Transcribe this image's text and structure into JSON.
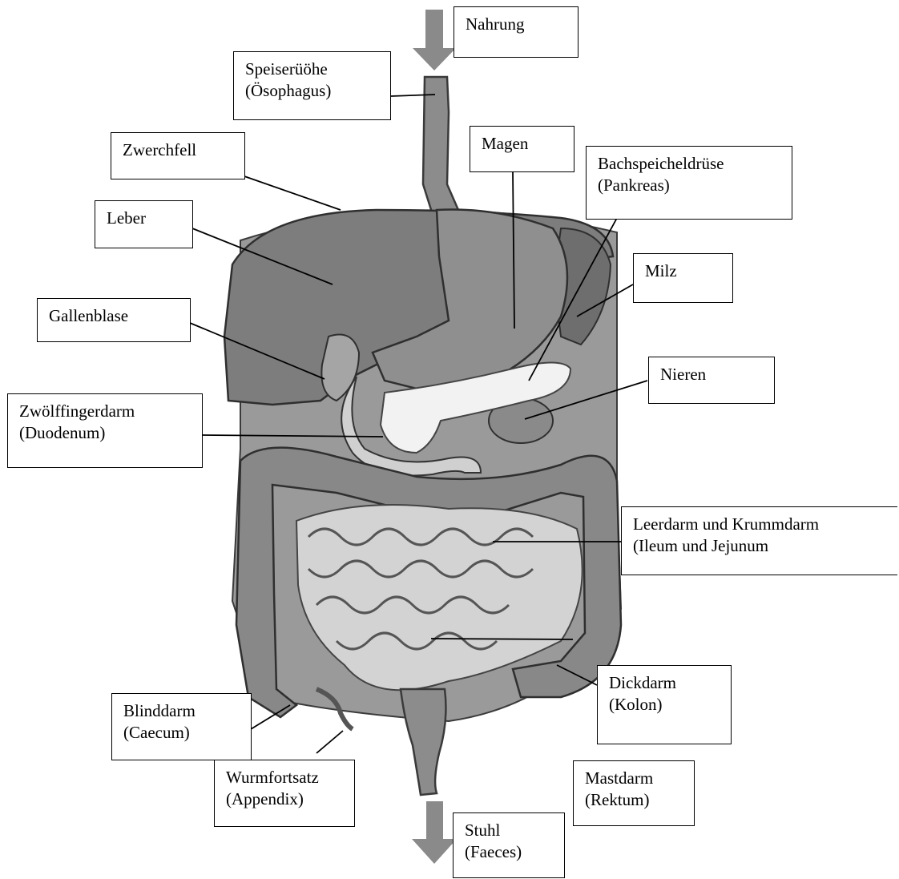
{
  "labels": {
    "nahrung": [
      "Nahrung"
    ],
    "speiserohre": [
      "Speiserüöhe",
      "(Ösophagus)"
    ],
    "zwerchfell": [
      "Zwerchfell"
    ],
    "magen": [
      "Magen"
    ],
    "pankreas": [
      "Bachspeicheldrüse",
      "(Pankreas)"
    ],
    "leber": [
      "Leber"
    ],
    "milz": [
      "Milz"
    ],
    "gallenblase": [
      "Gallenblase"
    ],
    "nieren": [
      "Nieren"
    ],
    "duodenum": [
      "Zwölffingerdarm",
      "(Duodenum)"
    ],
    "dunndarm": [
      "Leerdarm und Krummdarm",
      "(Ileum und Jejunum"
    ],
    "dickdarm": [
      "Dickdarm",
      "(Kolon)"
    ],
    "blinddarm": [
      "Blinddarm",
      "(Caecum)"
    ],
    "wurmfortsatz": [
      "Wurmfortsatz",
      "(Appendix)"
    ],
    "mastdarm": [
      "Mastdarm",
      "(Rektum)"
    ],
    "stuhl": [
      "Stuhl",
      "(Faeces)"
    ]
  },
  "colors": {
    "arrow": "#8a8a8a",
    "organ": "#8c8c8c",
    "intestine": "#d2d2d2",
    "pancreas": "#f2f2f2"
  }
}
